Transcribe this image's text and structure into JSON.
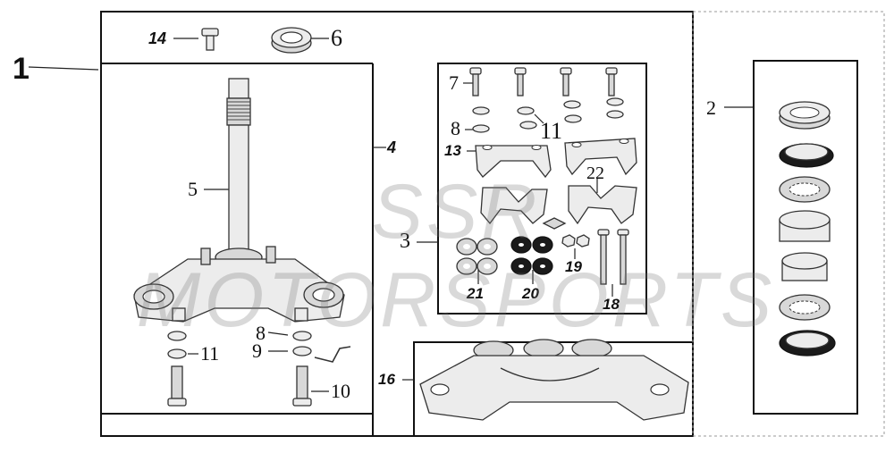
{
  "watermark": "SSR MOTORSPORTS",
  "callouts": {
    "c1": "1",
    "c2": "2",
    "c3": "3",
    "c4": "4",
    "c5": "5",
    "c6": "6",
    "c7": "7",
    "c8a": "8",
    "c8b": "8",
    "c9": "9",
    "c10": "10",
    "c11a": "11",
    "c11b": "11",
    "c13": "13",
    "c14": "14",
    "c16": "16",
    "c18": "18",
    "c19": "19",
    "c20": "20",
    "c21": "21",
    "c22": "22"
  },
  "colors": {
    "line": "#111111",
    "part_fill": "#ececec",
    "watermark": "#787878"
  }
}
